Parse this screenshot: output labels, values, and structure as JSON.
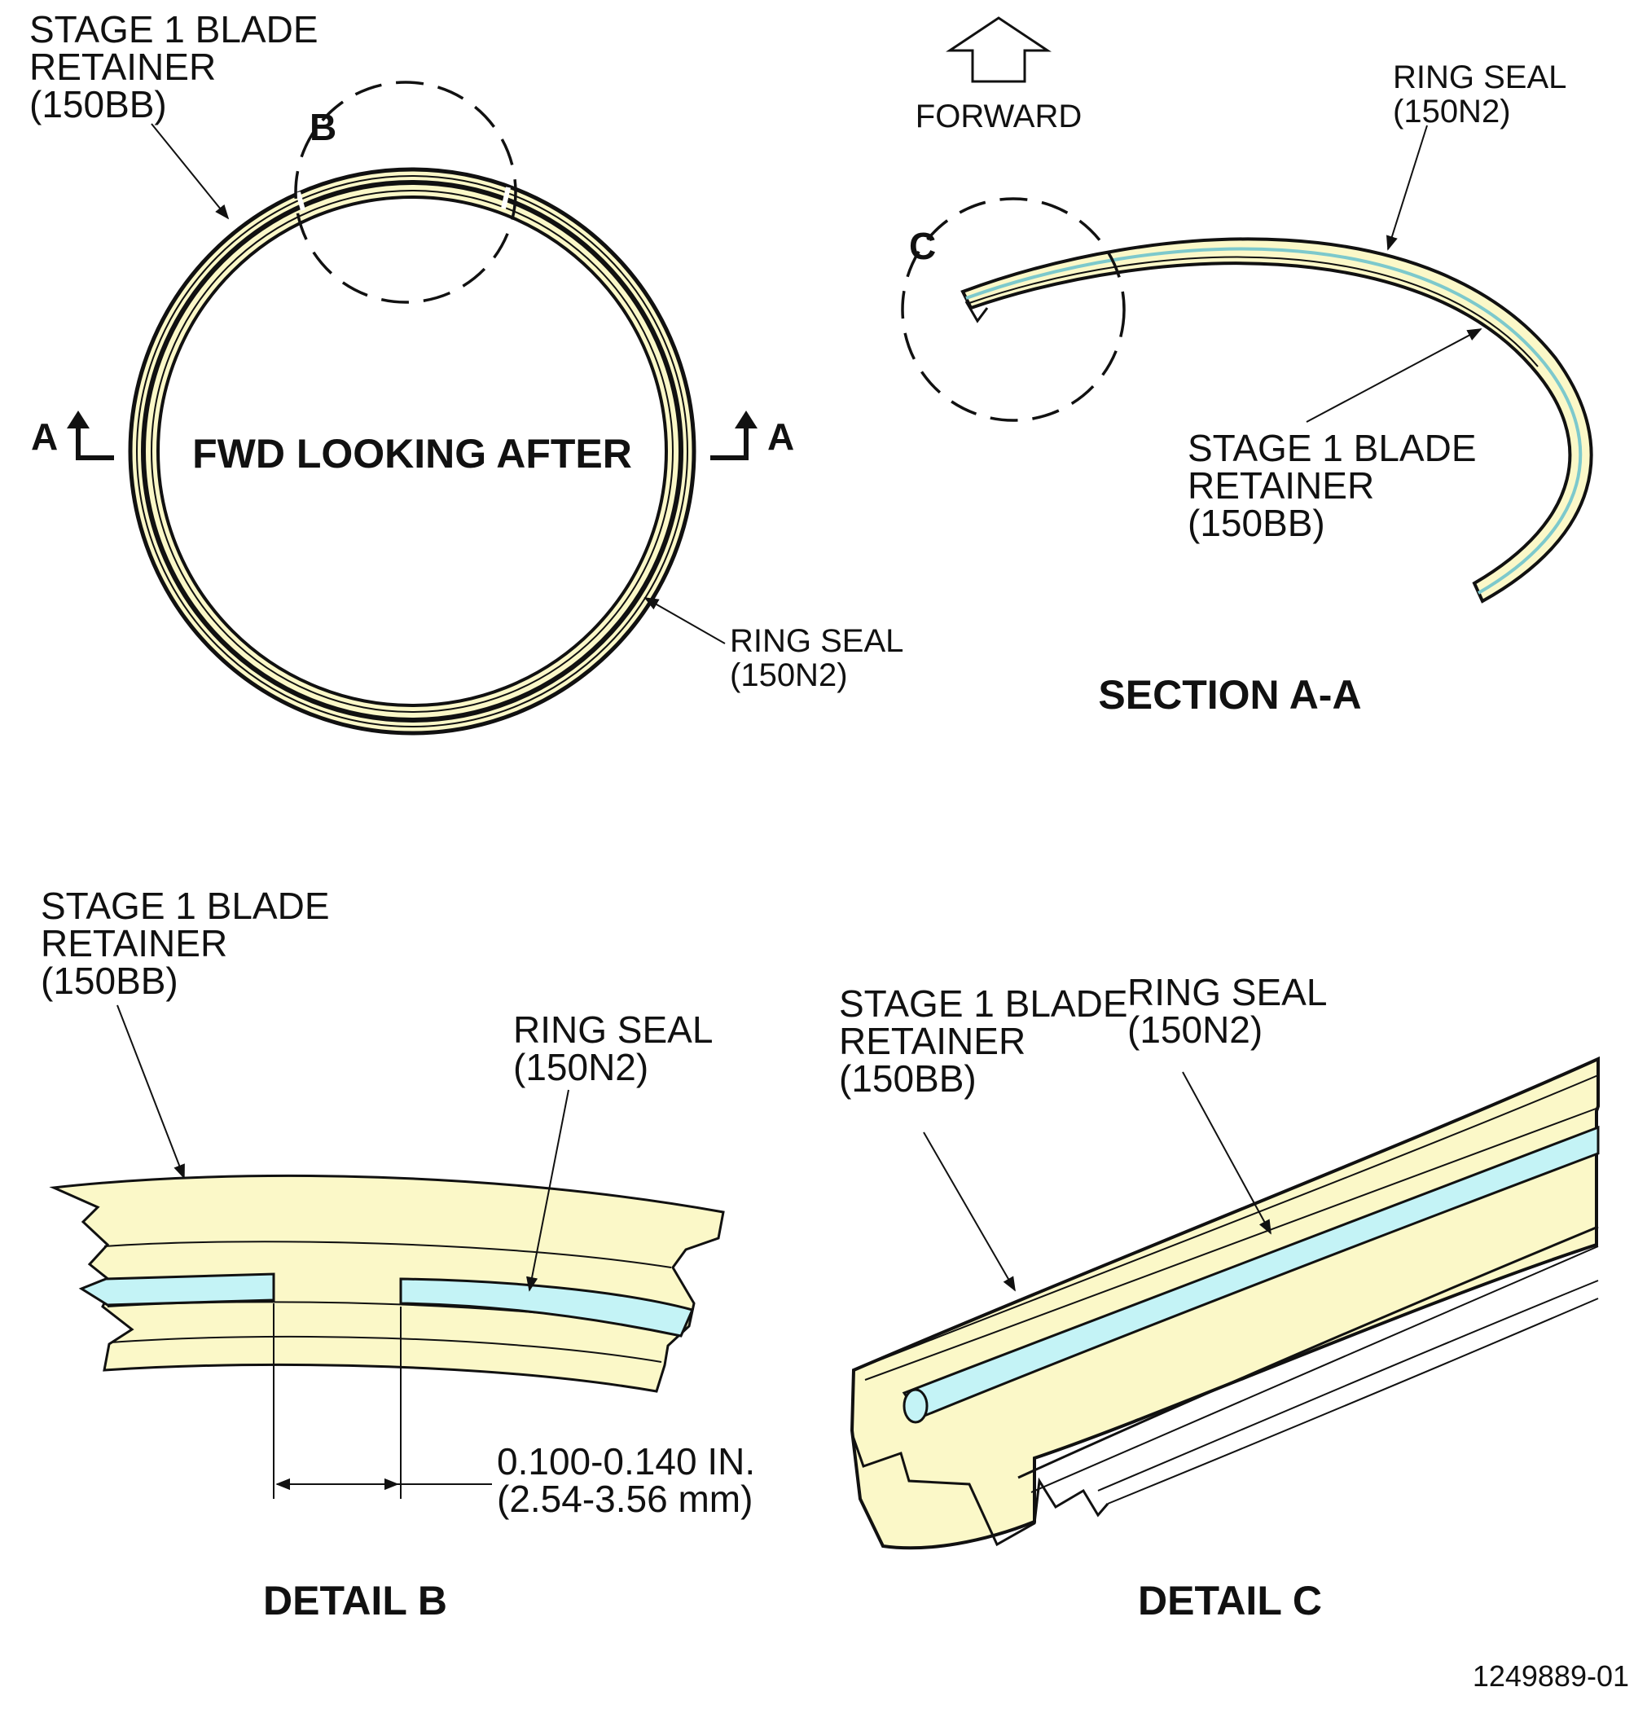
{
  "colors": {
    "retainer_fill": "#fbf8c8",
    "seal_fill": "#c4f3f6",
    "line": "#111111"
  },
  "view_top_left": {
    "retainer_label": [
      "STAGE 1 BLADE",
      "RETAINER",
      "(150BB)"
    ],
    "seal_label": [
      "RING SEAL",
      "(150N2)"
    ],
    "center_text": "FWD LOOKING AFTER",
    "detail_callout": "B",
    "section_mark": "A"
  },
  "view_top_right": {
    "forward_label": "FORWARD",
    "seal_label": [
      "RING SEAL",
      "(150N2)"
    ],
    "retainer_label": [
      "STAGE 1 BLADE",
      "RETAINER",
      "(150BB)"
    ],
    "detail_callout": "C",
    "title": "SECTION A-A"
  },
  "detail_b": {
    "retainer_label": [
      "STAGE 1 BLADE",
      "RETAINER",
      "(150BB)"
    ],
    "seal_label": [
      "RING SEAL",
      "(150N2)"
    ],
    "gap_dimension": [
      "0.100-0.140 IN.",
      "(2.54-3.56 mm)"
    ],
    "title": "DETAIL B"
  },
  "detail_c": {
    "retainer_label": [
      "STAGE 1 BLADE",
      "RETAINER",
      "(150BB)"
    ],
    "seal_label": [
      "RING SEAL",
      "(150N2)"
    ],
    "title": "DETAIL C"
  },
  "figure_number": "1249889-01"
}
